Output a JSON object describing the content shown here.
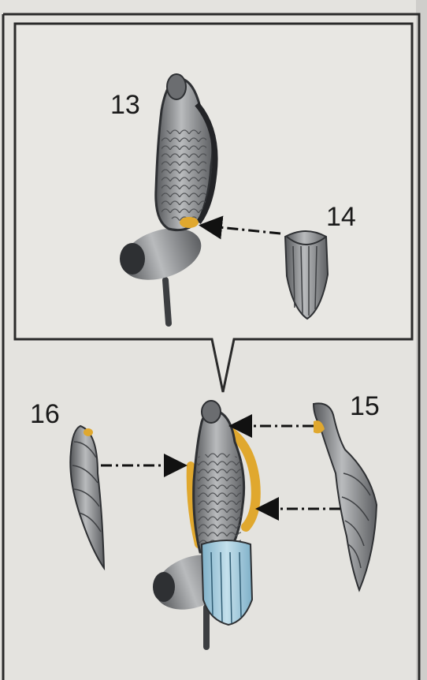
{
  "steps": {
    "step13": "13",
    "step14": "14",
    "step15": "15",
    "step16": "16"
  },
  "colors": {
    "page": "#e4e3df",
    "frame": "#2a2a2a",
    "arrow": "#111111",
    "glue_highlight": "#e0a82e",
    "blue_highlight": "#a9cfe0",
    "part_grey": "#8d8f92",
    "part_dark": "#3c3e41"
  }
}
